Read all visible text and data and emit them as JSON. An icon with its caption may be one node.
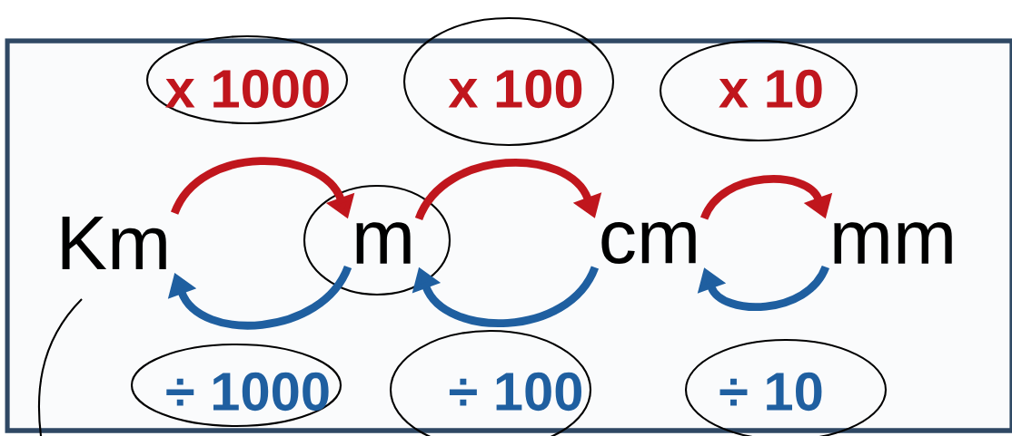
{
  "diagram": {
    "nodes": [
      {
        "text": [
          "Km"
        ]
      },
      {
        "text": [
          "m"
        ]
      },
      {
        "text": [
          "cm"
        ]
      },
      {
        "text": [
          "mm"
        ]
      }
    ],
    "edges": [
      {
        "from": 0,
        "to": 1,
        "arrow": "to",
        "label": "x 1000",
        "color": "#c0161d"
      },
      {
        "from": 1,
        "to": 2,
        "arrow": "to",
        "label": "x 100",
        "color": "#c0161d"
      },
      {
        "from": 2,
        "to": 3,
        "arrow": "to",
        "label": "x 10",
        "color": "#c0161d"
      },
      {
        "from": 1,
        "to": 0,
        "arrow": "to",
        "label": "÷ 1000",
        "color": "#1f5fa0"
      },
      {
        "from": 2,
        "to": 1,
        "arrow": "to",
        "label": "÷ 100",
        "color": "#1f5fa0"
      },
      {
        "from": 3,
        "to": 2,
        "arrow": "to",
        "label": "÷ 10",
        "color": "#1f5fa0"
      }
    ]
  }
}
